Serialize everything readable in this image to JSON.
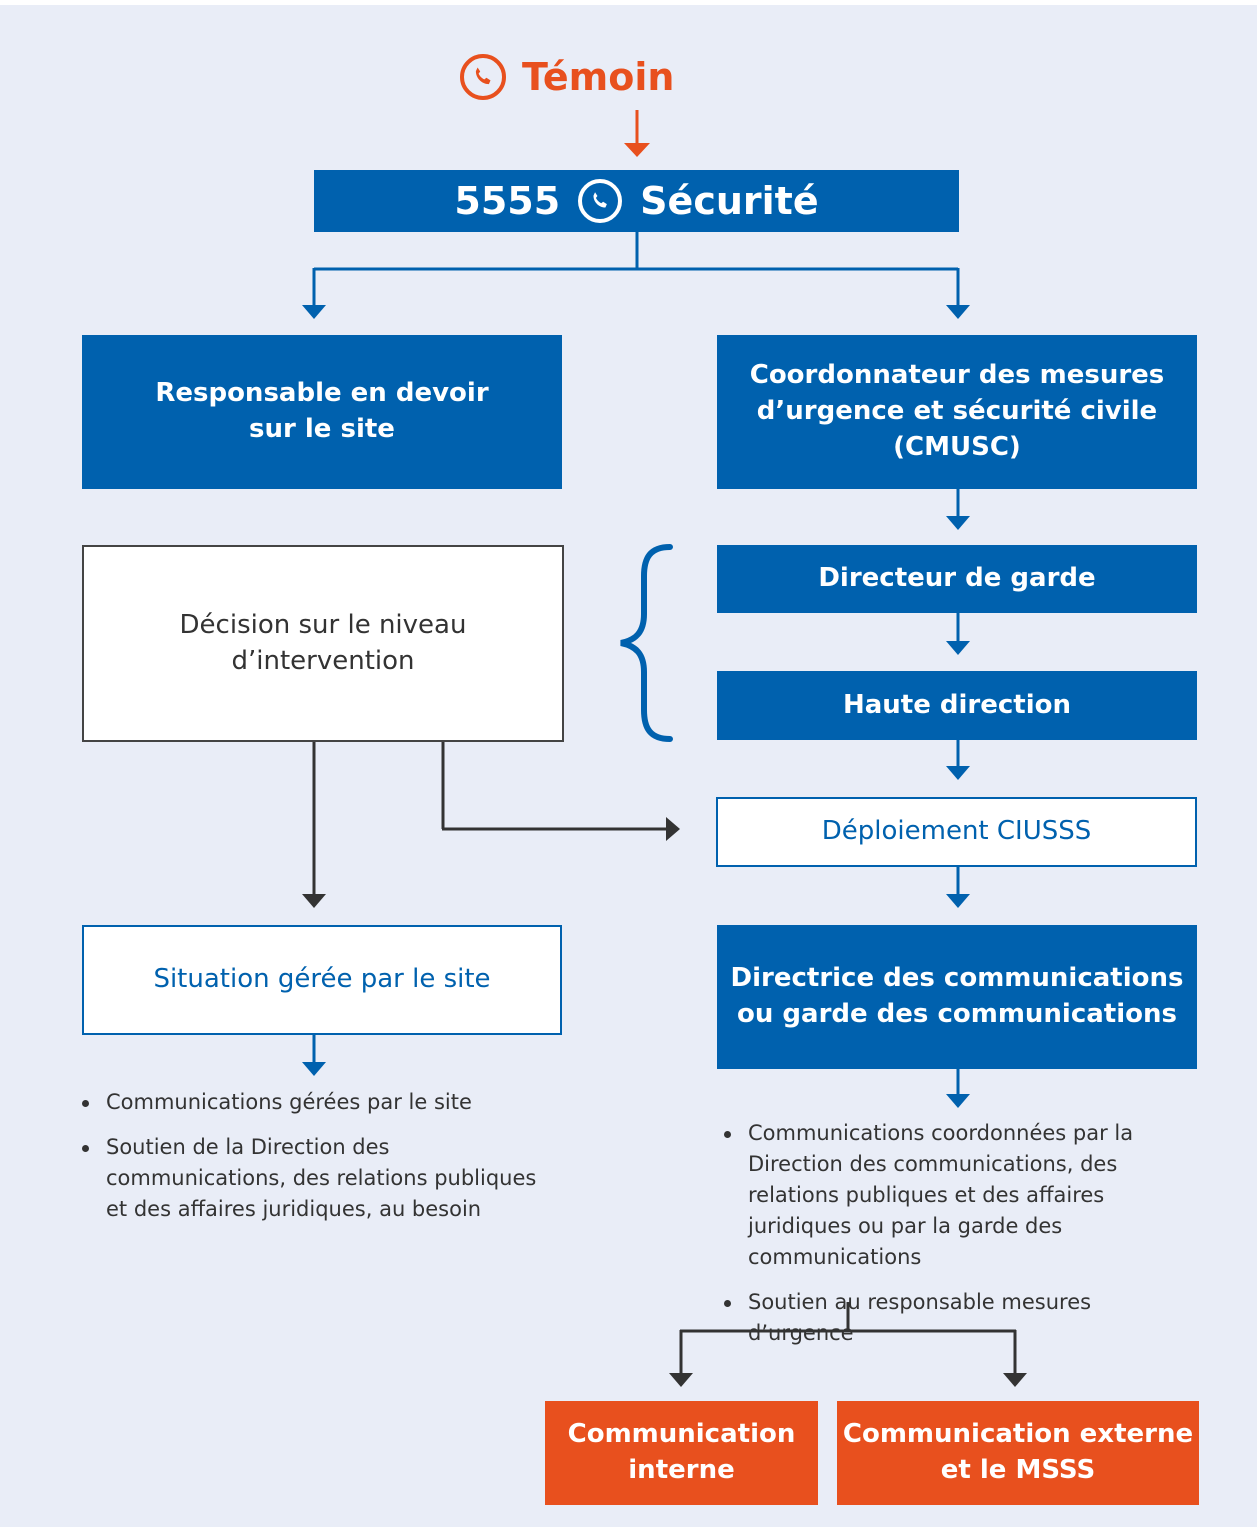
{
  "title": "Témoin",
  "security": {
    "number": "5555",
    "label": "Sécurité"
  },
  "left": {
    "responsable": "Responsable en devoir\nsur le site",
    "decision": "Décision sur le niveau\nd’intervention",
    "situation": "Situation gérée par le site",
    "bullets": [
      "Communications gérées par le site",
      "Soutien de la Direction des communications, des relations publiques et des affaires juridiques, au besoin"
    ]
  },
  "right": {
    "cmusc": "Coordonnateur des mesures\nd’urgence et sécurité civile\n(CMUSC)",
    "directeur_garde": "Directeur de garde",
    "haute_direction": "Haute direction",
    "deploiement": "Déploiement CIUSSS",
    "directrice": "Directrice des communications\nou garde des communications",
    "bullets": [
      "Communications coordonnées par la Direction des communications, des relations publiques et des affaires juridiques ou par la garde des communications",
      "Soutien au responsable mesures d’urgence"
    ]
  },
  "bottom": {
    "interne": "Communication\ninterne",
    "externe": "Communication externe\net le MSSS"
  },
  "colors": {
    "blue": "#0061ae",
    "orange": "#e8501e",
    "background": "#e9edf7",
    "dark_line": "#333333"
  },
  "icons": [
    "phone-icon"
  ]
}
